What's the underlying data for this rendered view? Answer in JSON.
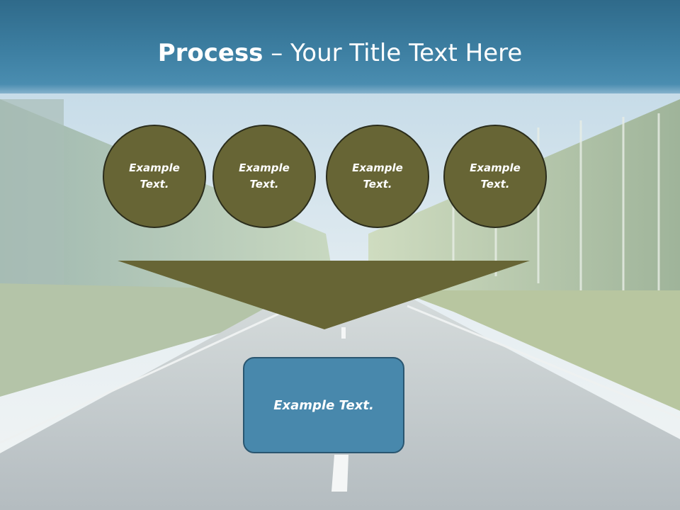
{
  "slide": {
    "title_bold": "Process",
    "title_rest": " – Your Title Text Here",
    "steps": [
      {
        "label": "Example Text."
      },
      {
        "label": "Example Text."
      },
      {
        "label": "Example Text."
      },
      {
        "label": "Example Text."
      }
    ],
    "result_label": "Example Text."
  },
  "colors": {
    "header": "#3d7fa2",
    "circle_fill": "#676535",
    "circle_border": "#2b2d1c",
    "funnel_fill": "#676535",
    "result_fill": "#4888ac",
    "result_border": "#2a5670"
  },
  "icons": {
    "background": "road-forest-photo"
  }
}
